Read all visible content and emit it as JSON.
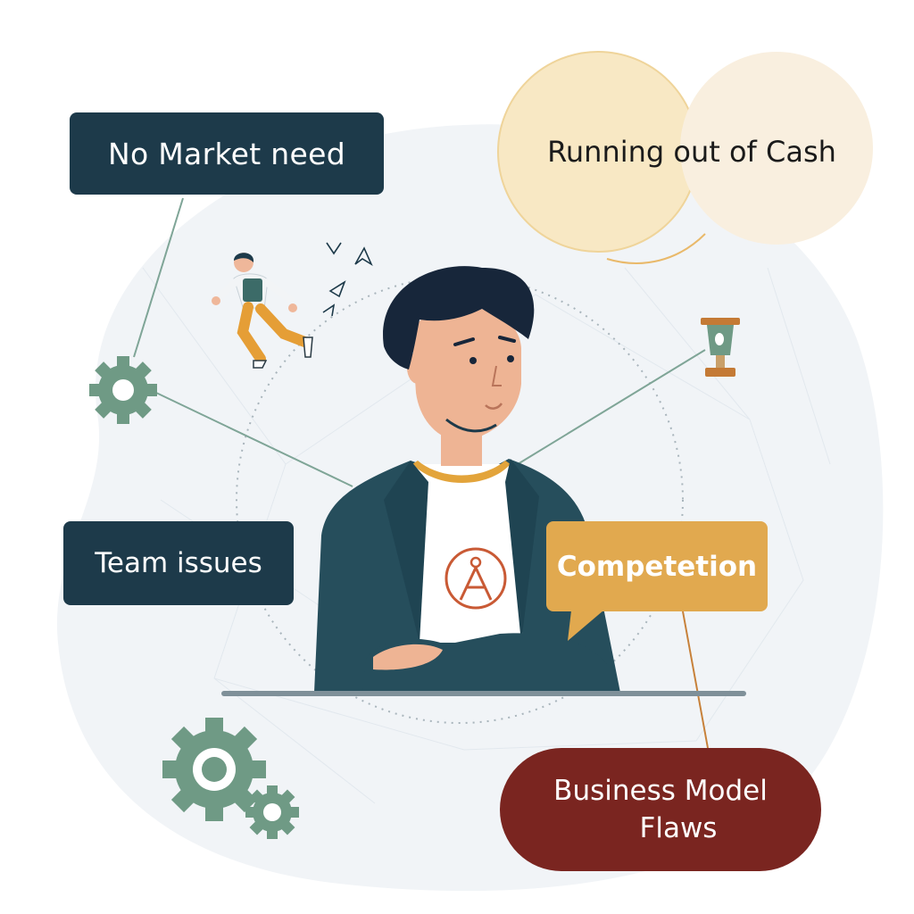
{
  "labels": {
    "no_market_need": "No  Market need",
    "running_out_of_cash": "Running out of Cash",
    "team_issues": "Team issues",
    "competition": "Competetion",
    "business_model_line1": "Business Model",
    "business_model_line2": "Flaws"
  },
  "colors": {
    "navy": "#1d3a4a",
    "amber": "#e1a94f",
    "maroon": "#7a2520",
    "cream": "#f8e8c4",
    "gear_green": "#6f9a85",
    "jacket": "#264e5c",
    "skin": "#eeb494",
    "hair": "#17263a"
  },
  "icons": [
    "gear-icon",
    "trophy-icon",
    "running-person-figure",
    "paper-plane-icon",
    "compass-logo-icon"
  ]
}
